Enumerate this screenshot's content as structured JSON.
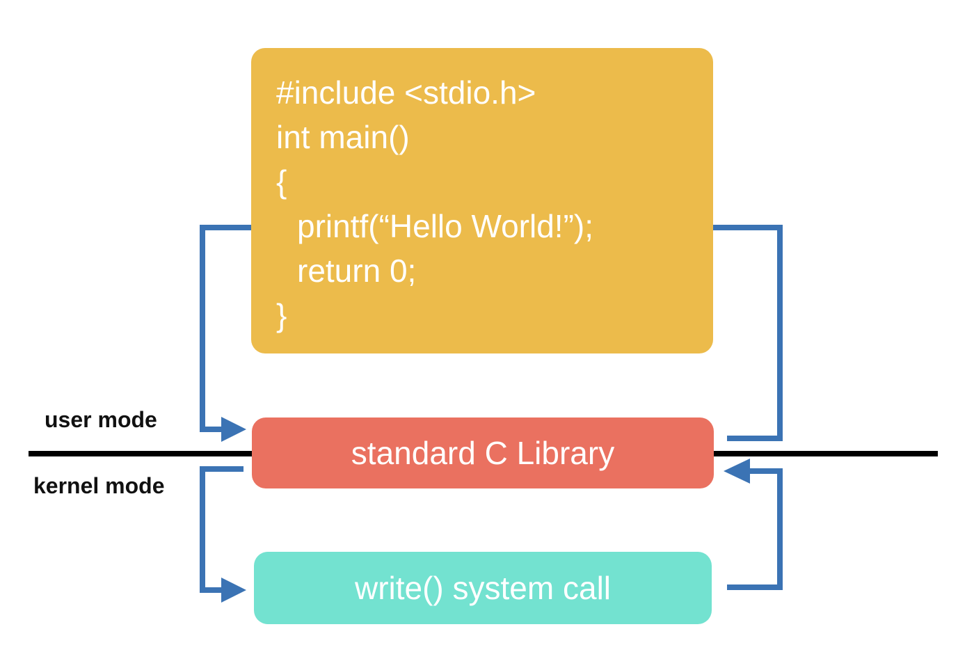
{
  "code": {
    "lines": [
      "#include <stdio.h>",
      "int main()",
      "{",
      "printf(“Hello World!”);",
      "return 0;",
      "}"
    ]
  },
  "library": {
    "label": "standard C Library"
  },
  "syscall": {
    "label": "write() system call"
  },
  "modes": {
    "user": "user mode",
    "kernel": "kernel mode"
  },
  "colors": {
    "code_box": "#ECBB4B",
    "library_box": "#EA7160",
    "syscall_box": "#73E2D0",
    "arrow": "#3B73B4",
    "boundary": "#000000",
    "box_text": "#FFFFFF"
  }
}
